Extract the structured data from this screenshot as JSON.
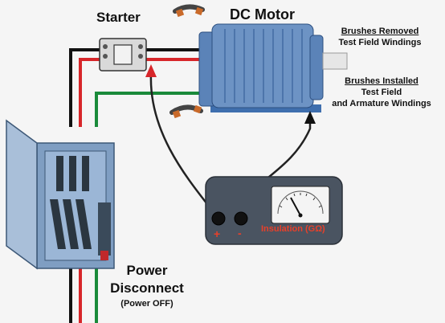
{
  "labels": {
    "starter": "Starter",
    "motor": "DC Motor",
    "brushes_removed": "Brushes Removed",
    "test_field_windings": "Test Field Windings",
    "brushes_installed": "Brushes Installed",
    "test_field": "Test Field",
    "and_armature": "and Armature Windings",
    "power": "Power",
    "disconnect": "Disconnect",
    "power_off": "(Power OFF)",
    "meter_label": "Insulation (GΩ)",
    "plus": "+",
    "minus": "-"
  },
  "colors": {
    "wire_black": "#111111",
    "wire_red": "#d7262a",
    "wire_green": "#1a8a3a",
    "motor_blue": "#6d93c4",
    "meter_body": "#4a5461",
    "meter_text": "#e8402a"
  }
}
